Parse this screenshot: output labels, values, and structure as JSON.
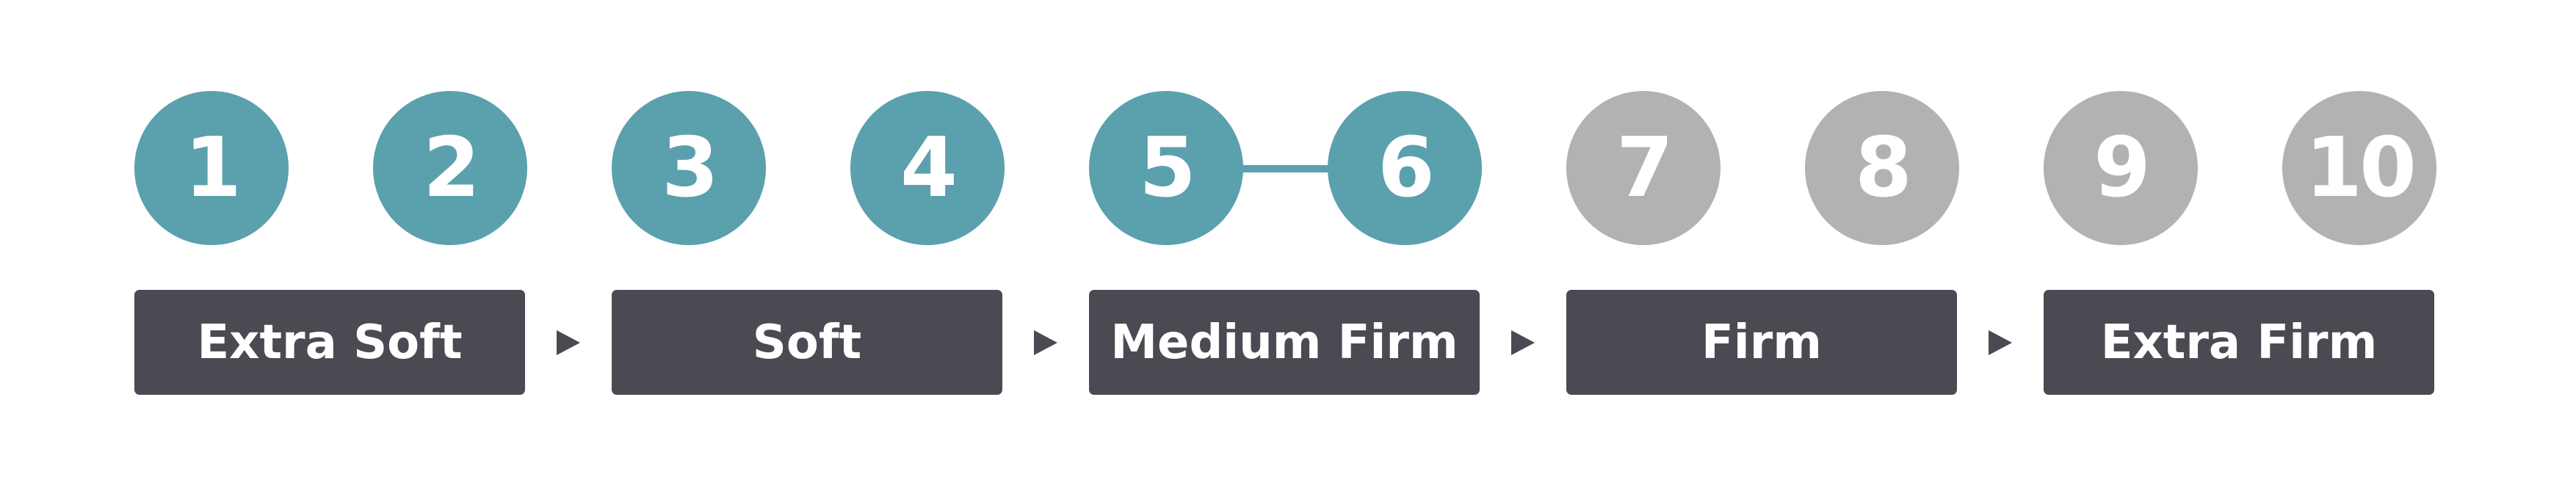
{
  "colors": {
    "active": "#5ba0ad",
    "inactive": "#b2b2b4",
    "label_background": "#4a4b52",
    "text": "#ffffff"
  },
  "levels": [
    {
      "number": "1",
      "state": "active"
    },
    {
      "number": "2",
      "state": "active"
    },
    {
      "number": "3",
      "state": "active"
    },
    {
      "number": "4",
      "state": "active"
    },
    {
      "number": "5",
      "state": "active"
    },
    {
      "number": "6",
      "state": "active"
    },
    {
      "number": "7",
      "state": "inactive"
    },
    {
      "number": "8",
      "state": "inactive"
    },
    {
      "number": "9",
      "state": "inactive"
    },
    {
      "number": "10",
      "state": "inactive"
    }
  ],
  "connector": {
    "from": "5",
    "to": "6"
  },
  "categories": [
    {
      "label": "Extra Soft"
    },
    {
      "label": "Soft"
    },
    {
      "label": "Medium Firm"
    },
    {
      "label": "Firm"
    },
    {
      "label": "Extra Firm"
    }
  ],
  "arrow_icon": "triangle-right-icon"
}
